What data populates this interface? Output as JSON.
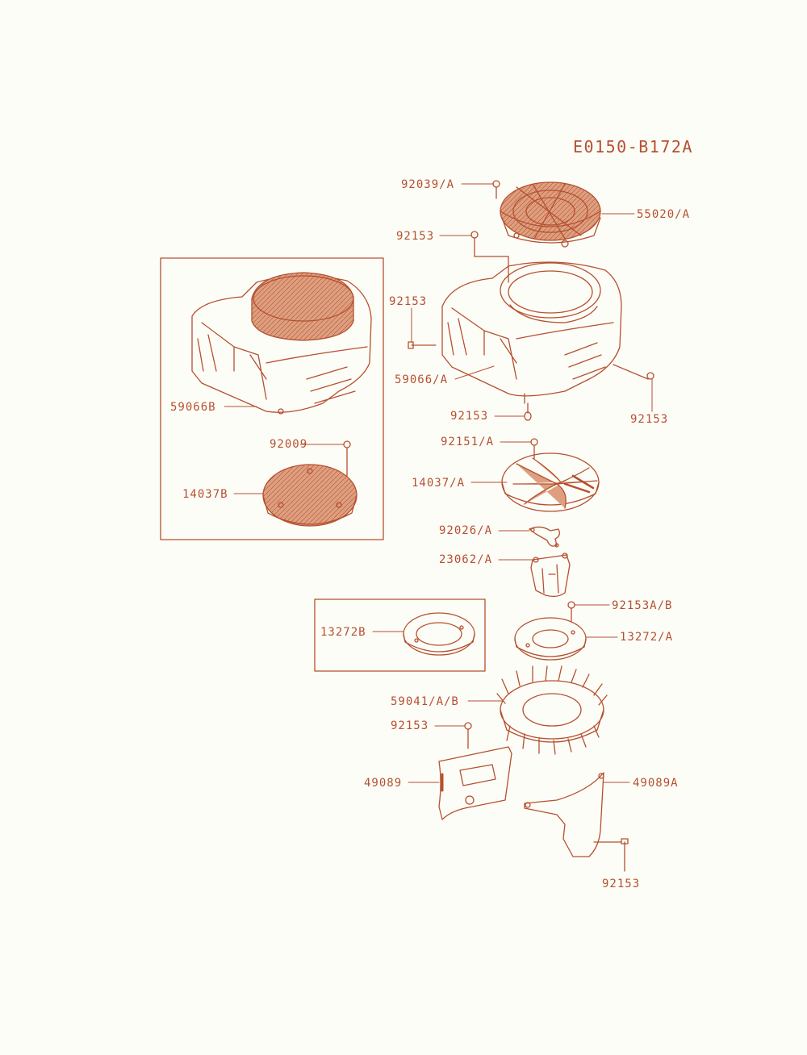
{
  "diagram_code": "E0150-B172A",
  "colors": {
    "line": "#b5502e",
    "fill": "#dd9f80",
    "background": "#fdfdf8"
  },
  "labels": {
    "p92039A": "92039/A",
    "p55020A": "55020/A",
    "p92153_top": "92153",
    "p92153_left": "92153",
    "p59066A": "59066/A",
    "p92153_right": "92153",
    "p92153_mid": "92153",
    "p59066B": "59066B",
    "p92009": "92009",
    "p14037B": "14037B",
    "p92151A": "92151/A",
    "p14037A": "14037/A",
    "p92026A": "92026/A",
    "p23062A": "23062/A",
    "p92153AB": "92153A/B",
    "p13272B": "13272B",
    "p13272A": "13272/A",
    "p59041AB": "59041/A/B",
    "p92153_low": "92153",
    "p49089": "49089",
    "p49089A": "49089A",
    "p92153_bottom": "92153"
  }
}
